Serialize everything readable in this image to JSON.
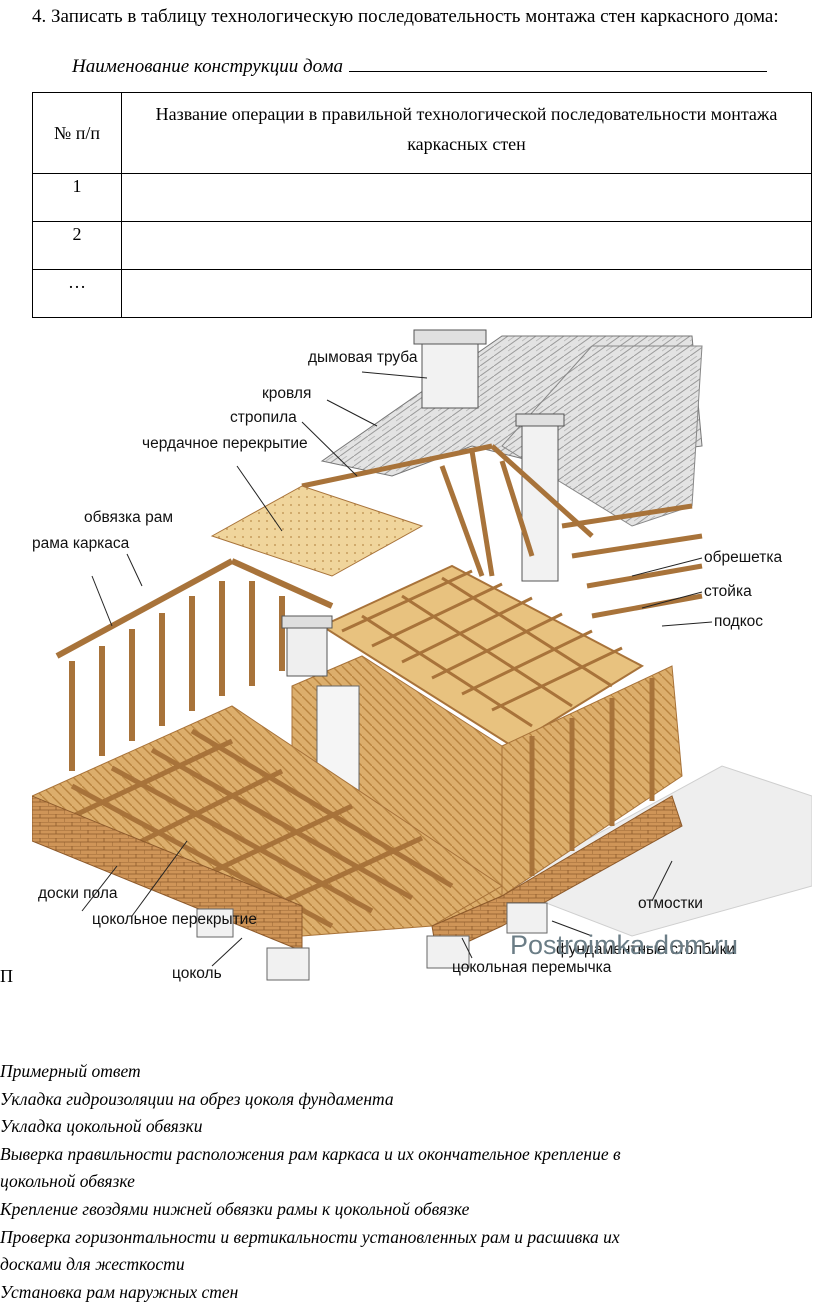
{
  "task": {
    "text": "4. Записать в таблицу технологическую последовательность монтажа стен каркасного дома:",
    "subtitle": "Наименование конструкции дома"
  },
  "table": {
    "col_num": "№ п/п",
    "col_name": "Название операции в правильной технологической последовательности монтажа каркасных стен",
    "rows": [
      "1",
      "2",
      "…"
    ]
  },
  "figure": {
    "labels": {
      "chimney": "дымовая труба",
      "roofing": "кровля",
      "rafters": "стропила",
      "attic_floor": "чердачное перекрытие",
      "frame_binding": "обвязка рам",
      "frame": "рама каркаса",
      "lathing": "обрешетка",
      "post": "стойка",
      "brace": "подкос",
      "floorboards": "доски пола",
      "plinth_floor": "цокольное перекрытие",
      "plinth": "цоколь",
      "plinth_lintel": "цокольная перемычка",
      "foundation_pillars": "фундаментные столбики",
      "blind_area": "отмостки"
    },
    "watermark": "Postroimka-dom.ru",
    "colors": {
      "wood": "#d8a964",
      "wood_dark": "#a8733a",
      "roof": "#d9d9d9",
      "brick": "#c98a50"
    }
  },
  "stray_letter": "П",
  "answer": {
    "heading": "Примерный ответ",
    "lines": [
      "Укладка гидроизоляции на обрез цоколя фундамента",
      "Укладка цокольной обвязки",
      "Выверка правильности расположения рам каркаса и их окончательное крепление в",
      "цокольной обвязке",
      "Крепление гвоздями нижней обвязки рамы к цокольной обвязке",
      "Проверка горизонтальности и вертикальности установленных рам и расшивка их",
      "досками для жесткости",
      "Установка рам наружных стен"
    ]
  }
}
